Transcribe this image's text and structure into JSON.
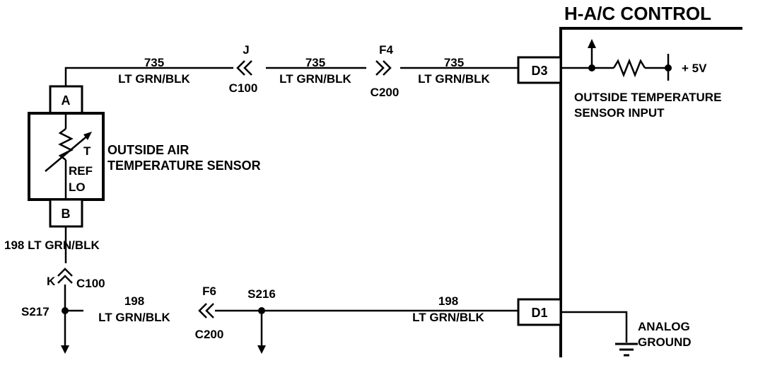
{
  "module": {
    "title": "H-A/C CONTROL",
    "pins": {
      "d3": "D3",
      "d1": "D1"
    },
    "internal": {
      "sensor_input_line1": "OUTSIDE TEMPERATURE",
      "sensor_input_line2": "SENSOR INPUT",
      "supply": "+ 5V",
      "ground_line1": "ANALOG",
      "ground_line2": "GROUND"
    }
  },
  "sensor": {
    "name_line1": "OUTSIDE AIR",
    "name_line2": "TEMPERATURE SENSOR",
    "terminal_a": "A",
    "terminal_b": "B",
    "t_label": "T",
    "ref_label": "REF",
    "lo_label": "LO"
  },
  "top_circuit": {
    "segments": [
      {
        "circuit": "735",
        "color": "LT GRN/BLK"
      },
      {
        "circuit": "735",
        "color": "LT GRN/BLK"
      },
      {
        "circuit": "735",
        "color": "LT GRN/BLK"
      }
    ],
    "connectors": [
      {
        "pin": "J",
        "name": "C100"
      },
      {
        "pin": "F4",
        "name": "C200"
      }
    ]
  },
  "bottom_circuit": {
    "vertical_wire": "198 LT GRN/BLK",
    "vertical_connector": {
      "pin": "K",
      "name": "C100"
    },
    "splice_left": "S217",
    "splice_mid": "S216",
    "segments": [
      {
        "circuit": "198",
        "color": "LT GRN/BLK"
      },
      {
        "circuit": "198",
        "color": "LT GRN/BLK"
      }
    ],
    "connector": {
      "pin": "F6",
      "name": "C200"
    }
  }
}
